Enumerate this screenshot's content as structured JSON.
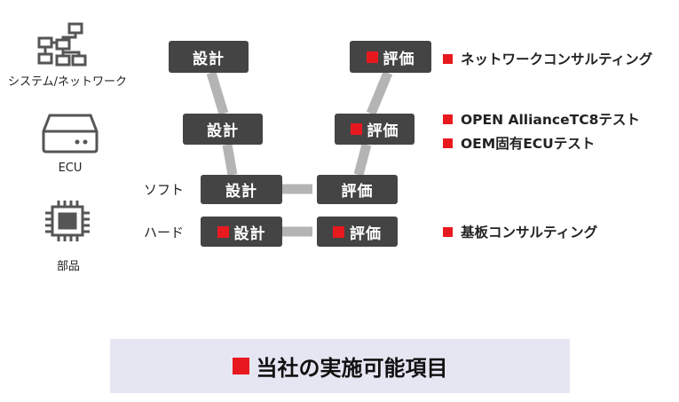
{
  "colors": {
    "box": "#444444",
    "accent": "#e8191e",
    "connector": "#b4b4b4",
    "legend_bg": "#e6e6f3"
  },
  "left_icons": [
    {
      "icon": "network-icon",
      "label": "システム/ネットワーク"
    },
    {
      "icon": "ecu-icon",
      "label": "ECU"
    },
    {
      "icon": "chip-icon",
      "label": "部品"
    }
  ],
  "row_labels": {
    "soft": "ソフト",
    "hard": "ハード"
  },
  "boxes": {
    "system_design": "設計",
    "ecu_design": "設計",
    "soft_design": "設計",
    "hard_design": "設計",
    "system_eval": "評価",
    "ecu_eval": "評価",
    "soft_eval": "評価",
    "hard_eval": "評価"
  },
  "services": {
    "system": "ネットワークコンサルティング",
    "ecu_1": "OPEN AllianceTC8テスト",
    "ecu_2": "OEM固有ECUテスト",
    "hard": "基板コンサルティング"
  },
  "legend": {
    "text": "当社の実施可能項目"
  }
}
